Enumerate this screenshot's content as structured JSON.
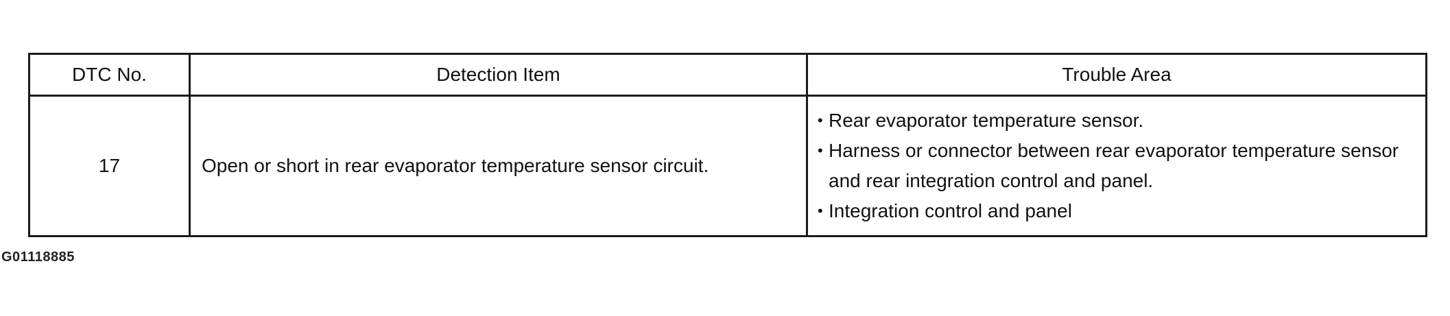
{
  "table": {
    "headers": {
      "dtc_no": "DTC No.",
      "detection_item": "Detection Item",
      "trouble_area": "Trouble Area"
    },
    "rows": [
      {
        "dtc_no": "17",
        "detection_item": "Open or short in rear evaporator temperature sensor circuit.",
        "trouble_area": [
          "Rear evaporator temperature sensor.",
          "Harness or connector between rear evaporator temperature sensor and rear integration control and panel.",
          "Integration control and panel"
        ]
      }
    ]
  },
  "bullet_glyph": "•",
  "figure_id": "G01118885"
}
